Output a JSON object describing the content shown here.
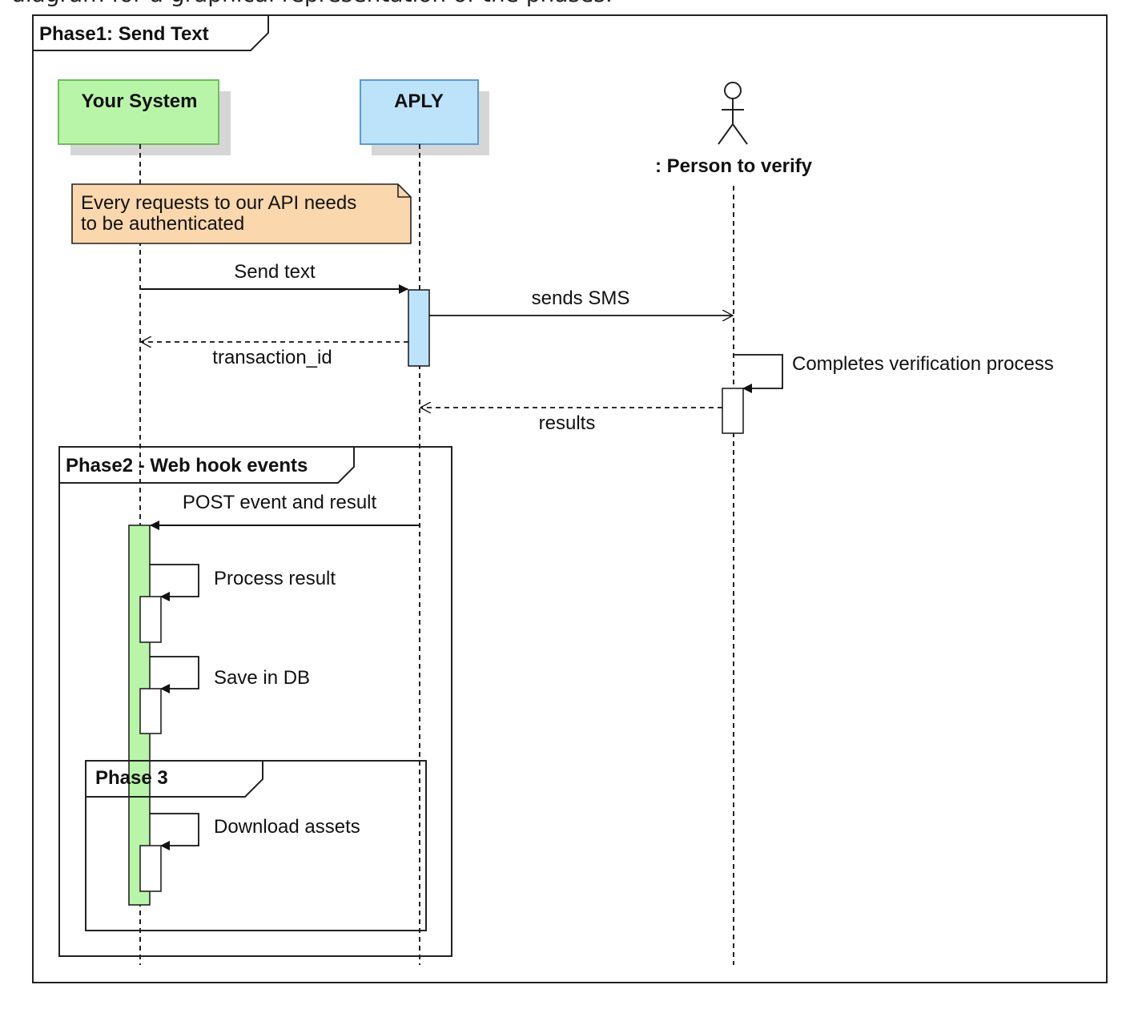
{
  "page": {
    "cut_caption": "diagram for a graphical representation of the phases."
  },
  "frames": {
    "phase1": "Phase1: Send Text",
    "phase2": "Phase2 - Web hook events",
    "phase3": "Phase 3"
  },
  "participants": {
    "your_system": {
      "label": "Your System",
      "color": "#b9f5a8"
    },
    "aply": {
      "label": "APLY",
      "color": "#bde3fb"
    },
    "person": {
      "label": ": Person to verify"
    }
  },
  "note": {
    "line1": "Every requests to our API needs",
    "line2": "to be authenticated",
    "color": "#fad7ac"
  },
  "messages": {
    "send_text": "Send text",
    "sends_sms": "sends SMS",
    "transaction_id": "transaction_id",
    "completes_verification": "Completes verification process",
    "results": "results",
    "post_event": "POST event and result",
    "process_result": "Process result",
    "save_in_db": "Save in DB",
    "download_assets": "Download assets"
  },
  "colors": {
    "activation_green": "#b9f5a8",
    "activation_blue": "#bde3fb"
  }
}
